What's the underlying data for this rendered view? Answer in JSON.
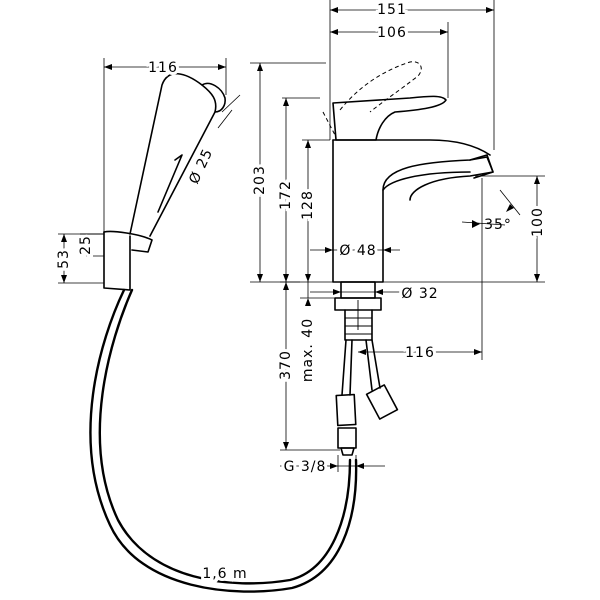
{
  "dimensions": {
    "d151": "151",
    "d106": "106",
    "d116_top": "116",
    "d203": "203",
    "d172": "172",
    "d128": "128",
    "d100": "100",
    "angle35": "35°",
    "dia48": "Ø 48",
    "dia32": "Ø 32",
    "dia25": "Ø 25",
    "d53": "53",
    "d25": "25",
    "d370": "370",
    "max40": "max. 40",
    "d116_mid": "116",
    "g38": "G 3/8",
    "hose": "1,6 m"
  }
}
